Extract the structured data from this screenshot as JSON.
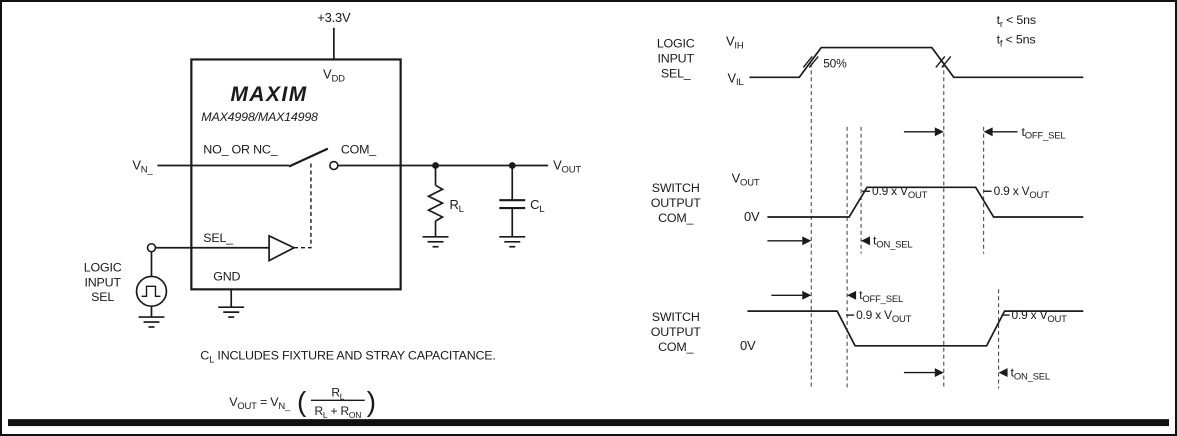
{
  "circuit": {
    "supply_label": "+3.3V",
    "vdd": {
      "base": "V",
      "sub": "DD"
    },
    "brand": "MAXIM",
    "part_number": "MAX4998/MAX14998",
    "pin_no_nc": "NO_ OR NC_",
    "pin_com": "COM_",
    "vn": {
      "base": "V",
      "sub": "N_"
    },
    "pin_sel": "SEL_",
    "pin_gnd": "GND",
    "logic_input_label": [
      "LOGIC",
      "INPUT",
      "SEL"
    ],
    "vout": {
      "base": "V",
      "sub": "OUT"
    },
    "rl": {
      "base": "R",
      "sub": "L"
    },
    "cl": {
      "base": "C",
      "sub": "L"
    },
    "note": {
      "base": "C",
      "sub": "L",
      "post": " INCLUDES FIXTURE AND STRAY CAPACITANCE."
    },
    "formula": {
      "lhs_base": "V",
      "lhs_sub": "OUT",
      "equals": " = ",
      "vn_base": "V",
      "vn_sub": "N_",
      "paren_open": "(",
      "paren_close": ")",
      "num_base": "R",
      "num_sub": "L",
      "den_r1": "R",
      "den_r1_sub": "L",
      "den_plus": " + ",
      "den_r2": "R",
      "den_r2_sub": "ON"
    }
  },
  "timing": {
    "logic_label": [
      "LOGIC",
      "INPUT",
      "SEL_"
    ],
    "vih": {
      "base": "V",
      "sub": "IH"
    },
    "vil": {
      "base": "V",
      "sub": "IL"
    },
    "fifty_percent": "50%",
    "rise_spec": {
      "base": "t",
      "sub": "r",
      "post": " < 5ns"
    },
    "fall_spec": {
      "base": "t",
      "sub": "f",
      "post": " < 5ns"
    },
    "t_off": {
      "base": "t",
      "sub": "OFF_SEL"
    },
    "t_on": {
      "base": "t",
      "sub": "ON_SEL"
    },
    "switch_label": [
      "SWITCH",
      "OUTPUT",
      "COM_"
    ],
    "vout": {
      "base": "V",
      "sub": "OUT"
    },
    "zero_volts": "0V",
    "ninety_pct": {
      "pre": "0.9 x ",
      "base": "V",
      "sub": "OUT"
    }
  }
}
